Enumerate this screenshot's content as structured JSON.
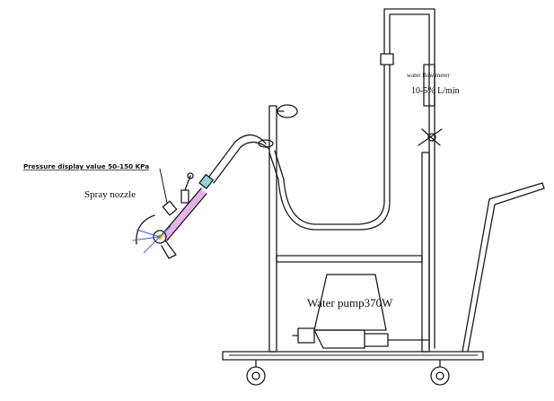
{
  "labels": {
    "pressure": "Pressure display value 50-150 KPa",
    "spray_nozzle": "Spray nozzle",
    "flow_meter": "water flow meter",
    "flow_rate": "10-5% L/min",
    "pump": "Water pump370W"
  },
  "colors": {
    "line": "#1a1a1a",
    "pipe_pink": "#d88ad8",
    "fitting_cyan": "#46b8c8",
    "spray_blue": "#3a5fd0",
    "spray_yellow": "#e0c020"
  }
}
